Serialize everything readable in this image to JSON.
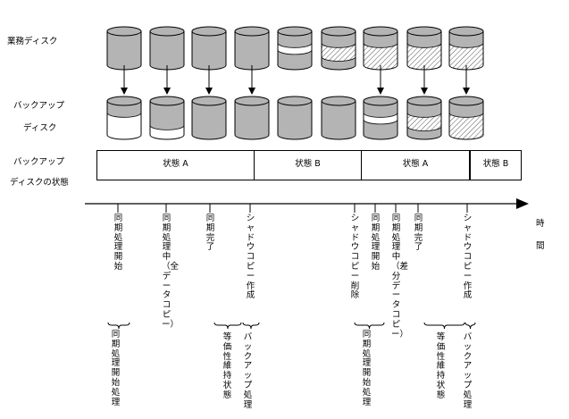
{
  "labels": {
    "business_disk": "業務ディスク",
    "backup_disk_line1": "バックアップ",
    "backup_disk_line2": "ディスク",
    "backup_state_line1": "バックアップ",
    "backup_state_line2": "ディスクの状態",
    "time_line1": "時",
    "time_line2": "間"
  },
  "states": [
    {
      "label": "状態 A"
    },
    {
      "label": "状態 B"
    },
    {
      "label": "状態 A"
    },
    {
      "label": "状態 B"
    }
  ],
  "events": [
    {
      "text": "同期処理開始"
    },
    {
      "text": "同期処理中（全データコピー）"
    },
    {
      "text": "同期完了"
    },
    {
      "text": "シャドウコピー作成"
    },
    {
      "text": "シャドウコピー削除"
    },
    {
      "text": "同期処理開始"
    },
    {
      "text": "同期処理中（差分データコピー）"
    },
    {
      "text": "同期完了"
    },
    {
      "text": "シャドウコピー作成"
    }
  ],
  "bracket_labels": [
    {
      "text": "同期処理開始処理"
    },
    {
      "text": "等価性維持状態"
    },
    {
      "text": "バックアップ処理"
    },
    {
      "text": "同期処理開始処理"
    },
    {
      "text": "等価性維持状態"
    },
    {
      "text": "バックアップ処理"
    }
  ],
  "colors": {
    "disk_fill": "#b4b4b4",
    "disk_empty": "#ffffff",
    "line": "#000000"
  }
}
